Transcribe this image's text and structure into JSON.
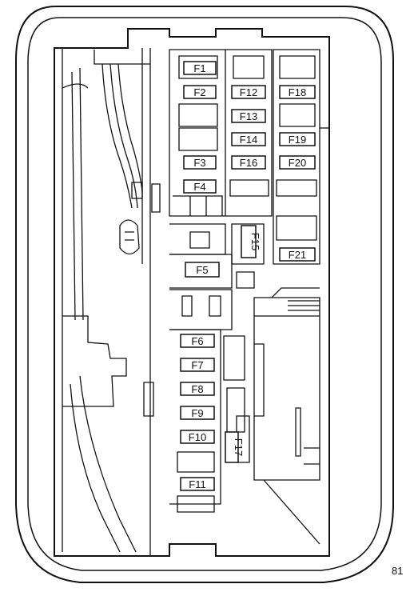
{
  "figure_number": "81",
  "fuses": {
    "f1": "F1",
    "f2": "F2",
    "f3": "F3",
    "f4": "F4",
    "f5": "F5",
    "f6": "F6",
    "f7": "F7",
    "f8": "F8",
    "f9": "F9",
    "f10": "F10",
    "f11": "F11",
    "f12": "F12",
    "f13": "F13",
    "f14": "F14",
    "f15": "F15",
    "f16": "F16",
    "f17": "F17",
    "f18": "F18",
    "f19": "F19",
    "f20": "F20",
    "f21": "F21"
  }
}
